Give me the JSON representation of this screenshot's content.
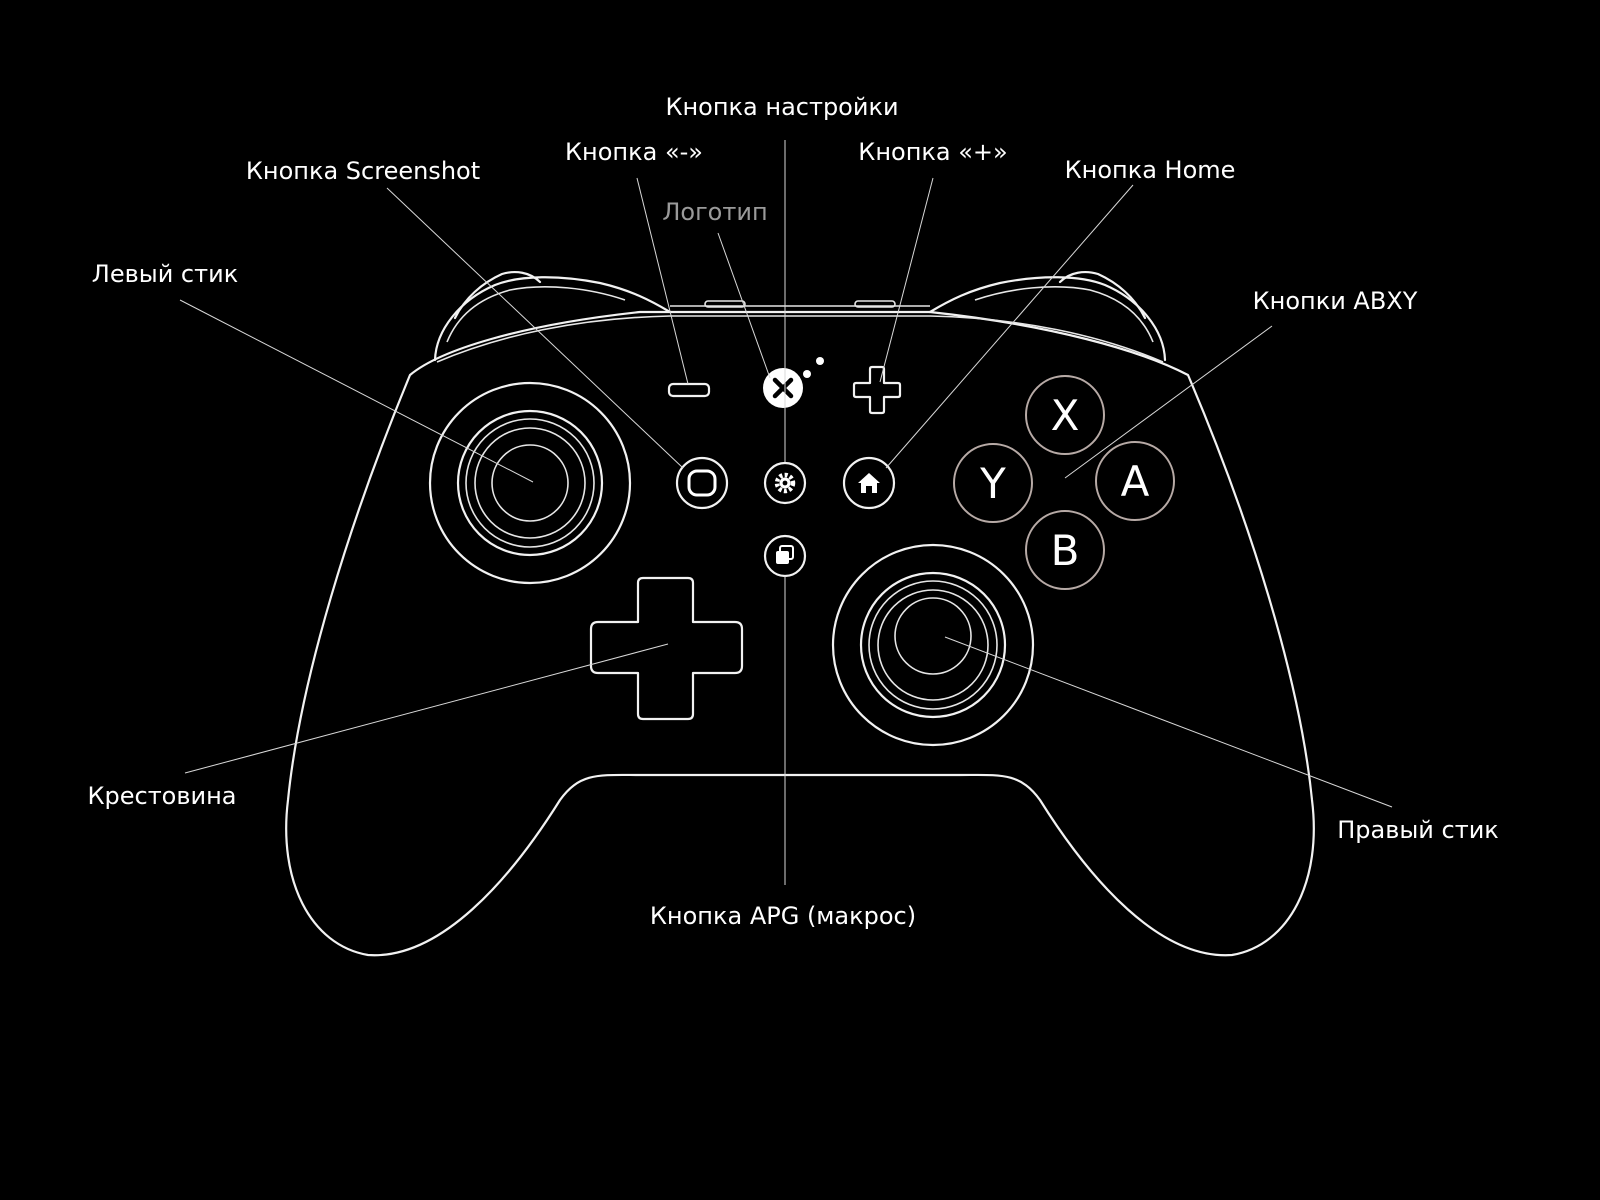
{
  "labels": {
    "settings_button": "Кнопка настройки",
    "minus_button": "Кнопка «-»",
    "plus_button": "Кнопка «+»",
    "screenshot_button": "Кнопка Screenshot",
    "home_button": "Кнопка Home",
    "logo": "Логотип",
    "left_stick": "Левый стик",
    "abxy_buttons": "Кнопки ABXY",
    "dpad": "Крестовина",
    "right_stick": "Правый стик",
    "apg_button": "Кнопка APG (макрос)"
  },
  "face_buttons": {
    "x": "X",
    "y": "Y",
    "a": "A",
    "b": "B"
  },
  "colors": {
    "background": "#000000",
    "outline": "#f2f2f2",
    "face_button_ring": "#b7aaa6",
    "logo_label": "#9a9a9a"
  },
  "icons": {
    "logo": "brand-logo-icon",
    "settings": "gear-icon",
    "home": "home-icon",
    "screenshot": "screenshot-icon",
    "apg": "macro-icon",
    "minus": "minus-icon",
    "plus": "plus-icon"
  }
}
